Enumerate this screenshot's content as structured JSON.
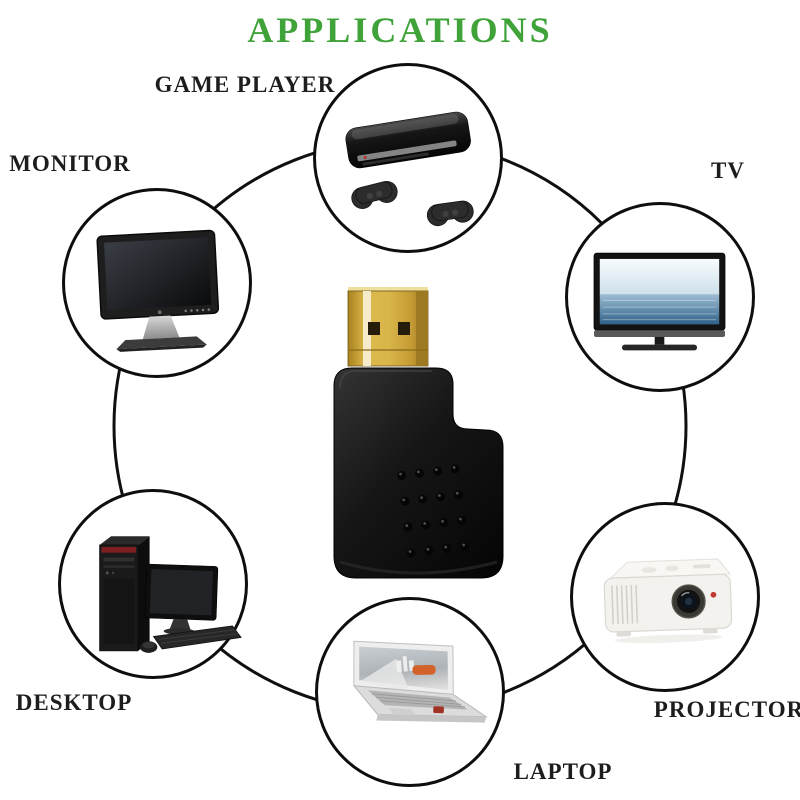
{
  "title": {
    "text": "APPLICATIONS"
  },
  "applications": [
    {
      "id": "game-player",
      "label": "GAME PLAYER",
      "icon": "game-console-icon"
    },
    {
      "id": "monitor",
      "label": "MONITOR",
      "icon": "monitor-icon"
    },
    {
      "id": "tv",
      "label": "TV",
      "icon": "tv-icon"
    },
    {
      "id": "desktop",
      "label": "DESKTOP",
      "icon": "desktop-pc-icon"
    },
    {
      "id": "laptop",
      "label": "LAPTOP",
      "icon": "laptop-icon"
    },
    {
      "id": "projector",
      "label": "PROJECTOR",
      "icon": "projector-icon"
    }
  ],
  "center_icon": "hdmi-right-angle-adapter-icon",
  "colors": {
    "accent_green": "#3fa33a",
    "label_text": "#1d1d1d",
    "circle_outline": "#101010",
    "connector_gold": "#cfa93f",
    "adapter_body": "#141414"
  }
}
